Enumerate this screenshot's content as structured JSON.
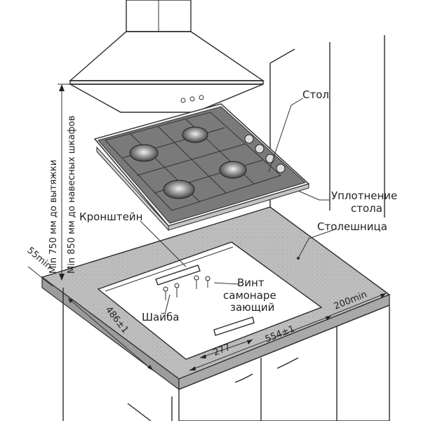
{
  "labels": {
    "table": "Стол",
    "seal_line1": "Уплотнение",
    "seal_line2": "стола",
    "countertop": "Столешница",
    "bracket": "Кронштейн",
    "screw_line1": "Винт",
    "screw_line2": "самонаре",
    "screw_line3": "зающий",
    "washer": "Шайба"
  },
  "dimensions": {
    "hood_gap_750": "Min 750 мм до вытяжки",
    "hood_gap_850": "Min 850 мм до навесных шкафов",
    "min_55": "55min",
    "depth_486": "486±1",
    "width_554": "554±1",
    "half_277": "277",
    "min_200": "200min"
  }
}
